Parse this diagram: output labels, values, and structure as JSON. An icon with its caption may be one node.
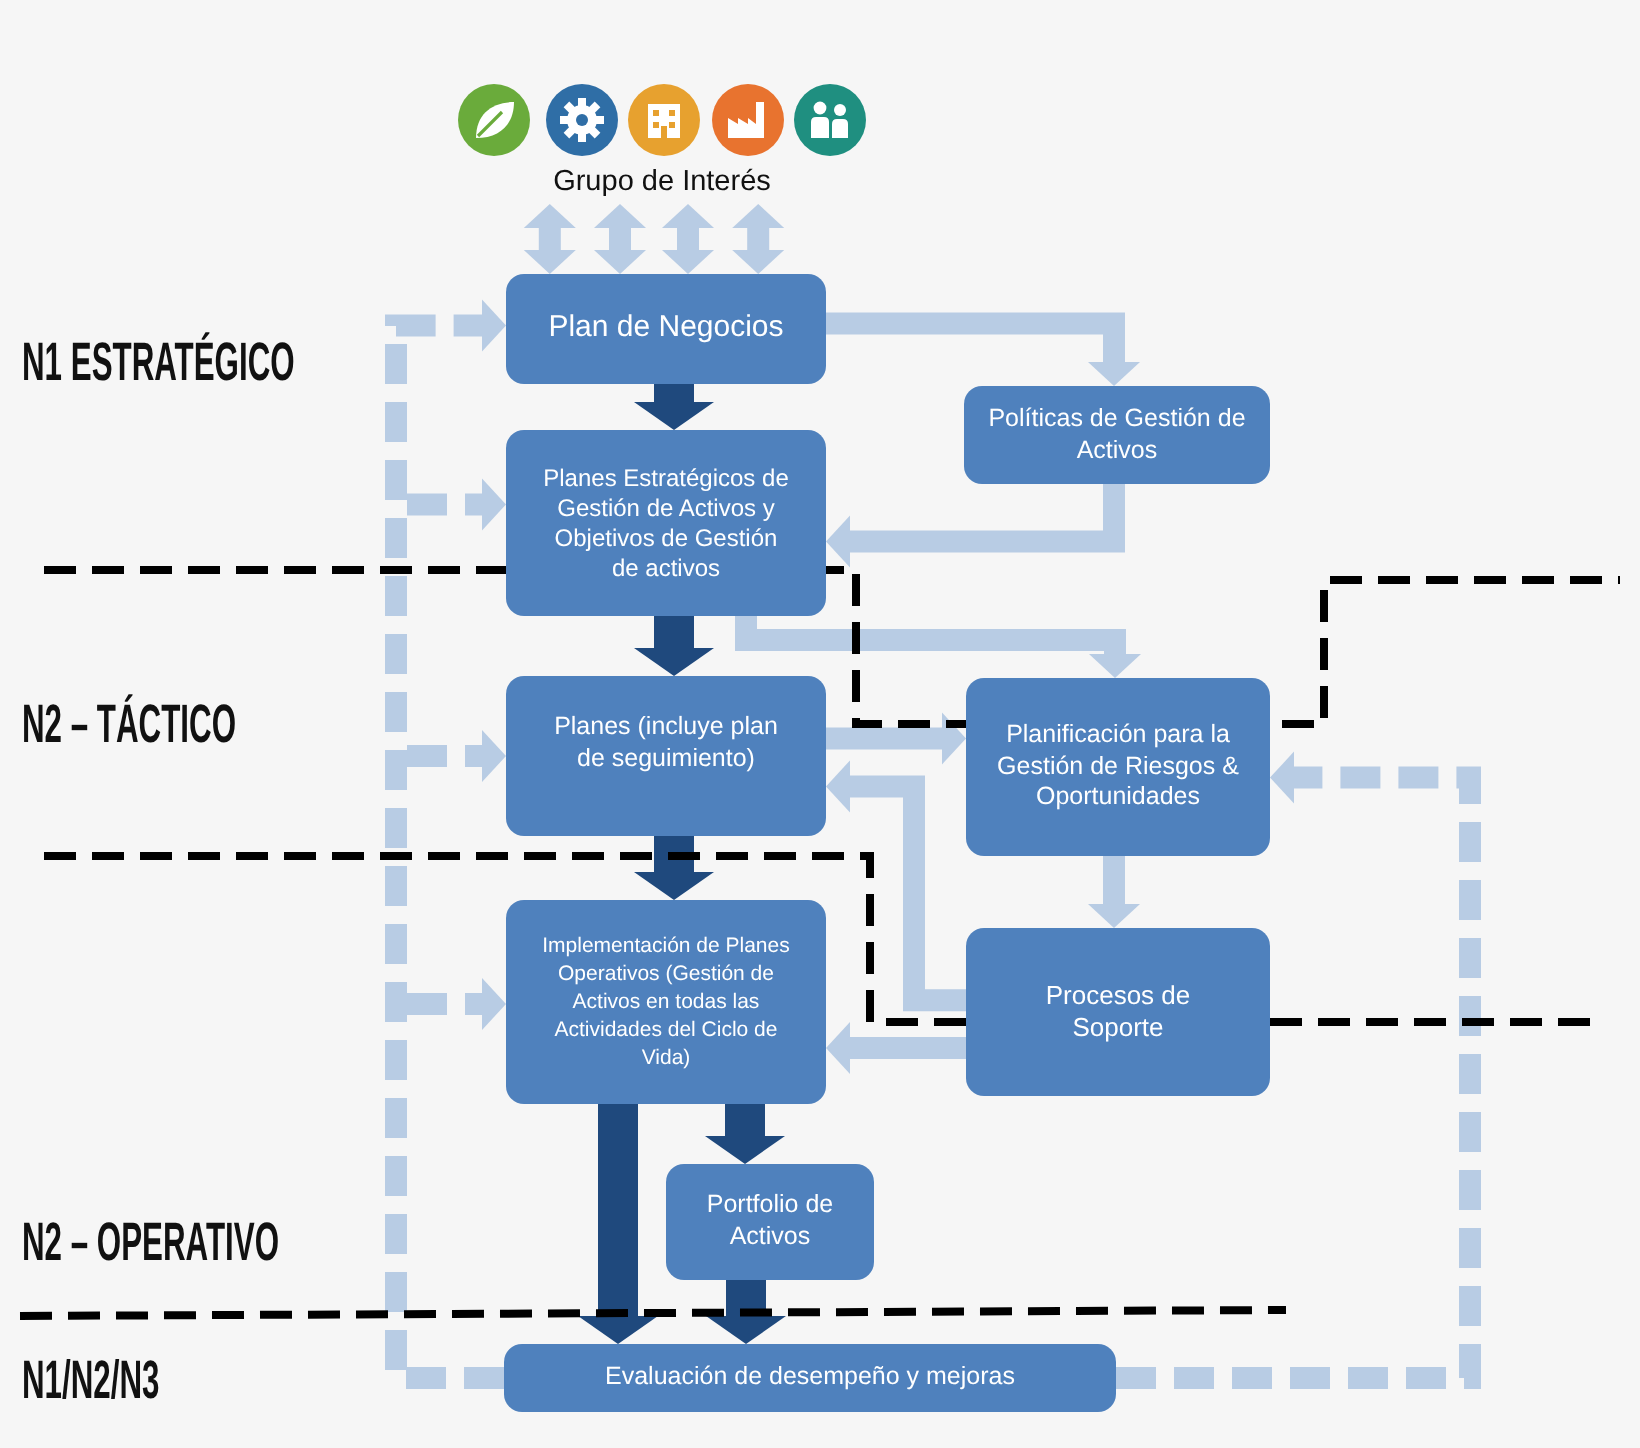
{
  "diagram": {
    "nodes": [
      {
        "text": [
          "Grupo de Interés"
        ]
      },
      {
        "text": [
          "Plan de Negocios"
        ]
      },
      {
        "text": [
          "Políticas de Gestión de Activos"
        ]
      },
      {
        "text": [
          "Planes Estratégicos de Gestión de Activos y Objetivos de Gestión de activos"
        ]
      },
      {
        "text": [
          "Planes (incluye plan de seguimiento)"
        ]
      },
      {
        "text": [
          "Planificación para la Gestión de Riesgos & Oportunidades"
        ]
      },
      {
        "text": [
          "Implementación de Planes Operativos (Gestión de Activos en todas las Actividades del Ciclo de Vida)"
        ]
      },
      {
        "text": [
          "Procesos de Soporte"
        ]
      },
      {
        "text": [
          "Portfolio de Activos"
        ]
      },
      {
        "text": [
          "Evaluación de desempeño y mejoras"
        ]
      }
    ],
    "edges": [
      {
        "from": 0,
        "to": 1,
        "arrow": "both"
      },
      {
        "from": 0,
        "to": 1,
        "arrow": "both"
      },
      {
        "from": 0,
        "to": 1,
        "arrow": "both"
      },
      {
        "from": 0,
        "to": 1,
        "arrow": "both"
      },
      {
        "from": 1,
        "to": 3,
        "arrow": "to",
        "style": "thick",
        "color": "#1f497d"
      },
      {
        "from": 1,
        "to": 2,
        "arrow": "to"
      },
      {
        "from": 2,
        "to": 3,
        "arrow": "to"
      },
      {
        "from": 3,
        "to": 4,
        "arrow": "to",
        "style": "thick",
        "color": "#1f497d"
      },
      {
        "from": 3,
        "to": 5,
        "arrow": "to"
      },
      {
        "from": 4,
        "to": 5,
        "arrow": "to"
      },
      {
        "from": 7,
        "to": 4,
        "arrow": "to"
      },
      {
        "from": 5,
        "to": 7,
        "arrow": "to"
      },
      {
        "from": 4,
        "to": 6,
        "arrow": "to",
        "style": "thick",
        "color": "#1f497d"
      },
      {
        "from": 7,
        "to": 6,
        "arrow": "to"
      },
      {
        "from": 6,
        "to": 8,
        "arrow": "to",
        "style": "thick",
        "color": "#1f497d"
      },
      {
        "from": 6,
        "to": 9,
        "arrow": "to",
        "style": "thick",
        "color": "#1f497d"
      },
      {
        "from": 8,
        "to": 9,
        "arrow": "to",
        "style": "thick",
        "color": "#1f497d"
      },
      {
        "from": 9,
        "to": 1,
        "arrow": "to",
        "style": "dashed"
      },
      {
        "from": 9,
        "to": 3,
        "arrow": "to",
        "style": "dashed"
      },
      {
        "from": 9,
        "to": 4,
        "arrow": "to",
        "style": "dashed"
      },
      {
        "from": 9,
        "to": 6,
        "arrow": "to",
        "style": "dashed"
      },
      {
        "from": 9,
        "to": 5,
        "arrow": "to",
        "style": "dashed"
      }
    ],
    "labels": [
      "N1 ESTRATÉGICO",
      "N2 – TÁCTICO",
      "N2 – OPERATIVO",
      "N1/N2/N3"
    ]
  }
}
